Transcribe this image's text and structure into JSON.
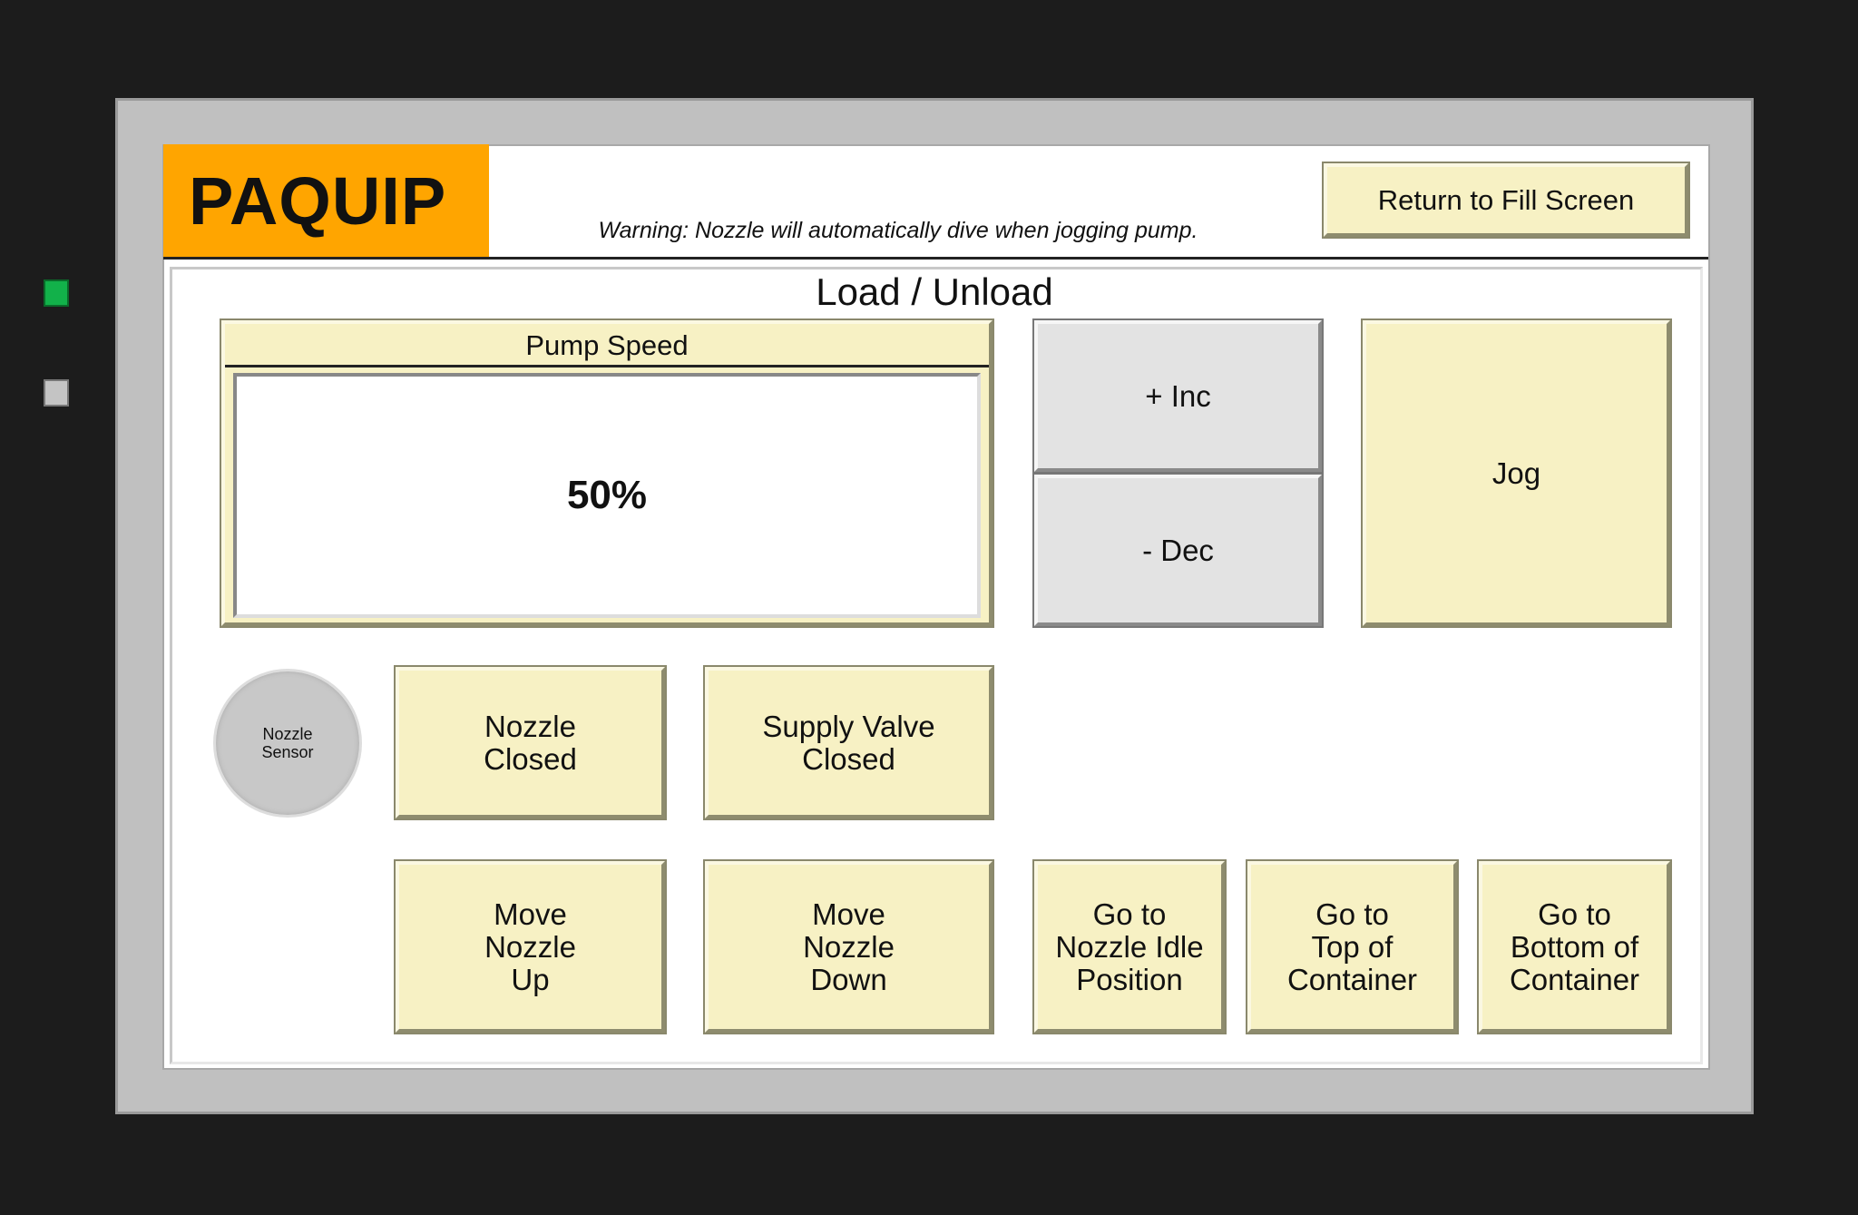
{
  "header": {
    "logo": "PAQUIP",
    "warning": "Warning: Nozzle will automatically dive when jogging pump.",
    "return_button": "Return to Fill Screen"
  },
  "screen_title": "Load / Unload",
  "pump_speed": {
    "label": "Pump Speed",
    "value": "50%"
  },
  "buttons": {
    "inc": "+ Inc",
    "dec": "- Dec",
    "jog": "Jog",
    "nozzle_closed": "Nozzle\nClosed",
    "supply_valve": "Supply Valve\nClosed",
    "move_up": "Move\nNozzle\nUp",
    "move_down": "Move\nNozzle\nDown",
    "idle": "Go to\nNozzle Idle\nPosition",
    "top": "Go to\nTop of\nContainer",
    "bottom": "Go to\nBottom of\nContainer"
  },
  "nozzle_sensor": {
    "label": "Nozzle\nSensor",
    "state_color": "#c8c8c8"
  },
  "indicators": {
    "power_led": "#12b14a",
    "status_led": "#c4c4c4"
  },
  "colors": {
    "logo_bg": "#ffa500",
    "button_bg": "#f7f1c4",
    "button_gray": "#e3e3e3"
  }
}
